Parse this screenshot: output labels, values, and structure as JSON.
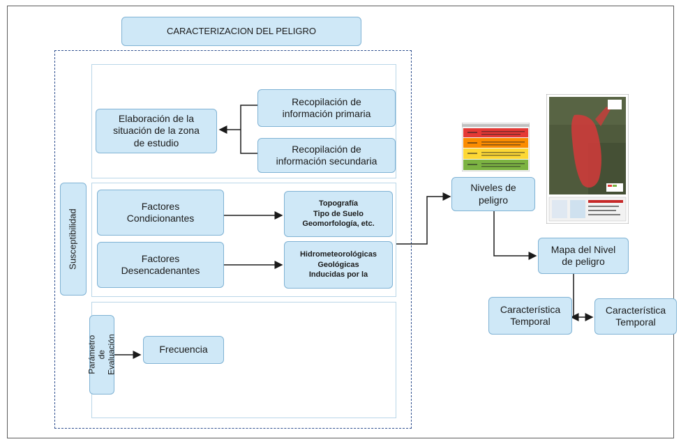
{
  "title": "CARACTERIZACION DEL PELIGRO",
  "side_labels": {
    "susceptibilidad": "Susceptibilidad",
    "parametro": "Parámetro de\nEvaluación"
  },
  "nodes": {
    "elaboracion": "Elaboración de la\nsituación de la zona\nde estudio",
    "recop_primaria": "Recopilación de\ninformación primaria",
    "recop_secundaria": "Recopilación de\ninformación secundaria",
    "factores_condicionantes": "Factores\nCondicionantes",
    "factores_desencadenantes": "Factores\nDesencadenantes",
    "detalle_condicionantes": "Topografía\nTipo de Suelo\nGeomorfología, etc.",
    "detalle_desencadenantes": "Hidrometeorológicas\nGeológicas\nInducidas por la",
    "frecuencia": "Frecuencia",
    "niveles_peligro": "Niveles de\npeligro",
    "mapa_nivel": "Mapa del Nivel\nde peligro",
    "caract_temporal_1": "Característica\nTemporal",
    "caract_temporal_2": "Característica\nTemporal"
  },
  "colors": {
    "node_fill": "#cfe8f7",
    "node_border": "#7fb2d4",
    "dashed_border": "#2f4f8f",
    "level_very_high": "#e53935",
    "level_high": "#fb8c00",
    "level_medium": "#fdd835",
    "level_low": "#7cb342"
  },
  "icons": {
    "levels_table": "color-level-table-image",
    "hazard_map": "satellite-hazard-map-image"
  }
}
